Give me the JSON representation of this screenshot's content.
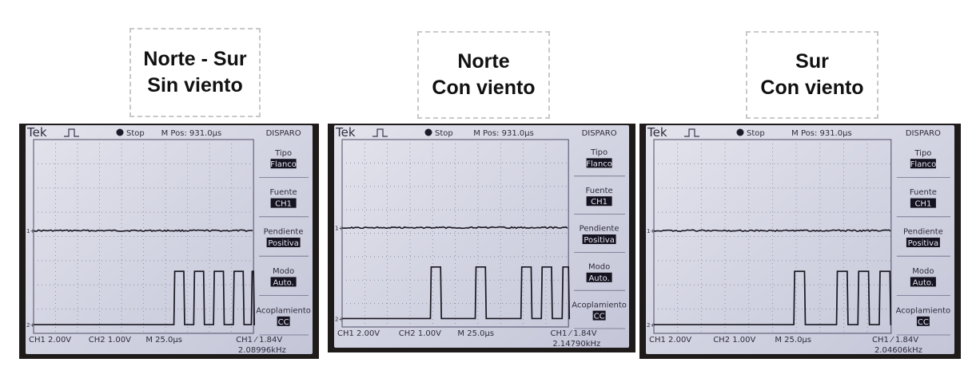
{
  "panels": [
    {
      "caption": {
        "line1": "Norte - Sur",
        "line2": "Sin viento"
      },
      "brand": "Tek",
      "trigger_state": "Stop",
      "m_pos": "M Pos: 931.0µs",
      "menu": {
        "title": "DISPARO",
        "tipo_label": "Tipo",
        "tipo_value": "Flanco",
        "fuente_label": "Fuente",
        "fuente_value": "CH1",
        "pendiente_label": "Pendiente",
        "pendiente_value": "Positiva",
        "modo_label": "Modo",
        "modo_value": "Auto.",
        "acoplamiento_label": "Acoplamiento",
        "acoplamiento_value": "CC"
      },
      "bottom": {
        "ch1": "CH1  2.00V",
        "ch2": "CH2  1.00V",
        "timebase": "M 25.0µs",
        "trigger": "CH1 ⁄ 1.84V",
        "frequency": "2.08996kHz"
      },
      "pulses": [
        [
          0.638,
          0.683
        ],
        [
          0.728,
          0.773
        ],
        [
          0.818,
          0.863
        ],
        [
          0.908,
          0.953
        ],
        [
          0.99,
          1.0
        ]
      ]
    },
    {
      "caption": {
        "line1": "Norte",
        "line2": "Con viento"
      },
      "brand": "Tek",
      "trigger_state": "Stop",
      "m_pos": "M Pos: 931.0µs",
      "menu": {
        "title": "DISPARO",
        "tipo_label": "Tipo",
        "tipo_value": "Flanco",
        "fuente_label": "Fuente",
        "fuente_value": "CH1",
        "pendiente_label": "Pendiente",
        "pendiente_value": "Positiva",
        "modo_label": "Modo",
        "modo_value": "Auto.",
        "acoplamiento_label": "Acoplamiento",
        "acoplamiento_value": "CC"
      },
      "bottom": {
        "ch1": "CH1  2.00V",
        "ch2": "CH2  1.00V",
        "timebase": "M 25.0µs",
        "trigger": "CH1 ⁄ 1.84V",
        "frequency": "2.14790kHz"
      },
      "pulses": [
        [
          0.39,
          0.435
        ],
        [
          0.588,
          0.633
        ],
        [
          0.79,
          0.835
        ],
        [
          0.88,
          0.925
        ],
        [
          0.972,
          1.0
        ]
      ]
    },
    {
      "caption": {
        "line1": "Sur",
        "line2": "Con viento"
      },
      "brand": "Tek",
      "trigger_state": "Stop",
      "m_pos": "M Pos: 931.0µs",
      "menu": {
        "title": "DISPARO",
        "tipo_label": "Tipo",
        "tipo_value": "Flanco",
        "fuente_label": "Fuente",
        "fuente_value": "CH1",
        "pendiente_label": "Pendiente",
        "pendiente_value": "Positiva",
        "modo_label": "Modo",
        "modo_value": "Auto.",
        "acoplamiento_label": "Acoplamiento",
        "acoplamiento_value": "CC"
      },
      "bottom": {
        "ch1": "CH1  2.00V",
        "ch2": "CH2  1.00V",
        "timebase": "M 25.0µs",
        "trigger": "CH1 ⁄ 1.84V",
        "frequency": "2.04606kHz"
      },
      "pulses": [
        [
          0.59,
          0.635
        ],
        [
          0.77,
          0.815
        ],
        [
          0.86,
          0.905
        ],
        [
          0.95,
          0.995
        ]
      ]
    }
  ]
}
